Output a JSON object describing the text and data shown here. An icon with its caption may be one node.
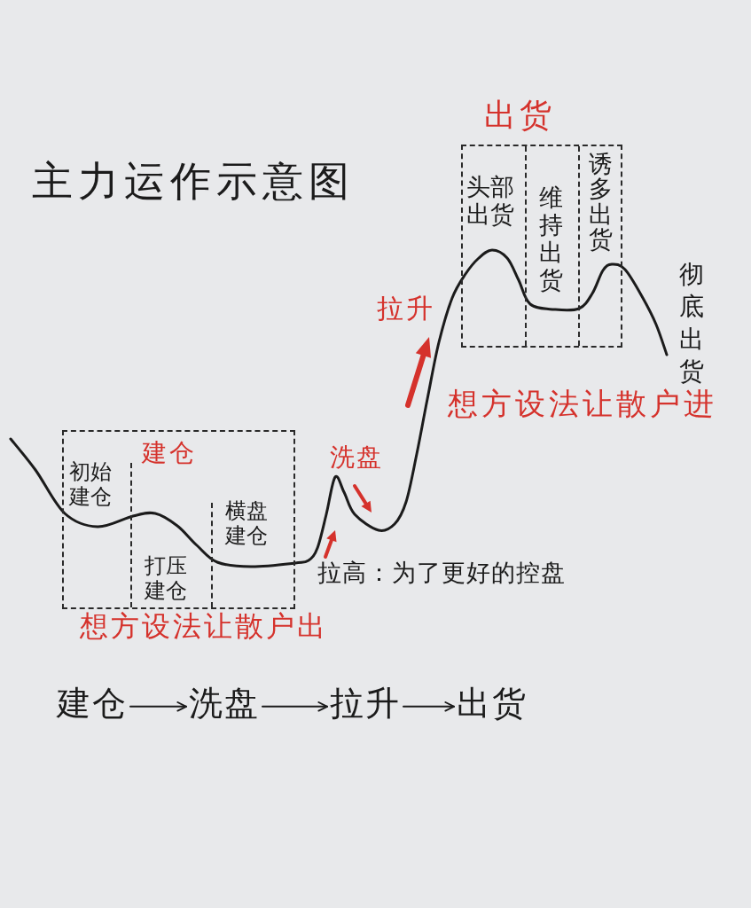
{
  "diagram": {
    "title": "主力运作示意图",
    "nodes": [
      {
        "text": [
          "出货"
        ],
        "beside": [
          "想方设法让散户进"
        ]
      },
      {
        "text": [
          "头部出货"
        ],
        "in": 0
      },
      {
        "text": [
          "维持出货"
        ],
        "in": 0
      },
      {
        "text": [
          "诱多出货"
        ],
        "in": 0
      },
      {
        "text": [
          "建仓"
        ],
        "beside": [
          "想方设法让散户出"
        ]
      },
      {
        "text": [
          "初始建仓"
        ],
        "in": 4
      },
      {
        "text": [
          "打压建仓"
        ],
        "in": 4
      },
      {
        "text": [
          "横盘建仓"
        ],
        "in": 4
      },
      {
        "text": [
          "建仓"
        ]
      },
      {
        "text": [
          "洗盘"
        ]
      },
      {
        "text": [
          "拉升"
        ]
      },
      {
        "text": [
          "出货"
        ]
      }
    ],
    "edges": [
      {
        "from": 8,
        "to": 9,
        "arrow": "to"
      },
      {
        "from": 9,
        "to": 10,
        "arrow": "to"
      },
      {
        "from": 10,
        "to": 11,
        "arrow": "to"
      }
    ],
    "labels": [
      "拉升",
      "彻底出货",
      "洗盘",
      "拉高：为了更好的控盘"
    ]
  }
}
